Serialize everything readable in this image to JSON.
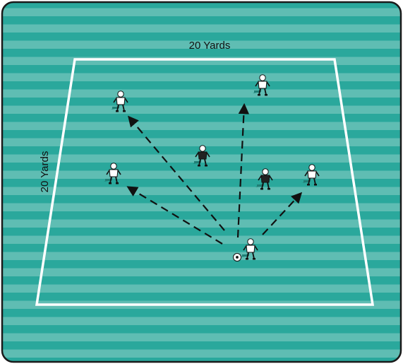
{
  "diagram": {
    "labels": {
      "top_dimension": "20 Yards",
      "side_dimension": "20 Yards"
    },
    "colors": {
      "field_stripe_light": "#5fbdb3",
      "field_stripe_dark": "#2aa89c",
      "boundary": "#ffffff",
      "border": "#1a1a1a",
      "arrow": "#111111",
      "attacker_kit": "#ffffff",
      "defender_kit": "#222222",
      "player_shadow": "#1f7f75"
    },
    "players": [
      {
        "role": "attacker",
        "icon": "player-white-icon"
      },
      {
        "role": "attacker",
        "icon": "player-white-icon"
      },
      {
        "role": "attacker",
        "icon": "player-white-icon"
      },
      {
        "role": "attacker",
        "icon": "player-white-icon"
      },
      {
        "role": "passer",
        "icon": "player-white-icon"
      },
      {
        "role": "defender",
        "icon": "player-dark-icon"
      },
      {
        "role": "defender",
        "icon": "player-dark-icon"
      }
    ],
    "ball": {
      "icon": "soccer-ball-icon"
    }
  }
}
